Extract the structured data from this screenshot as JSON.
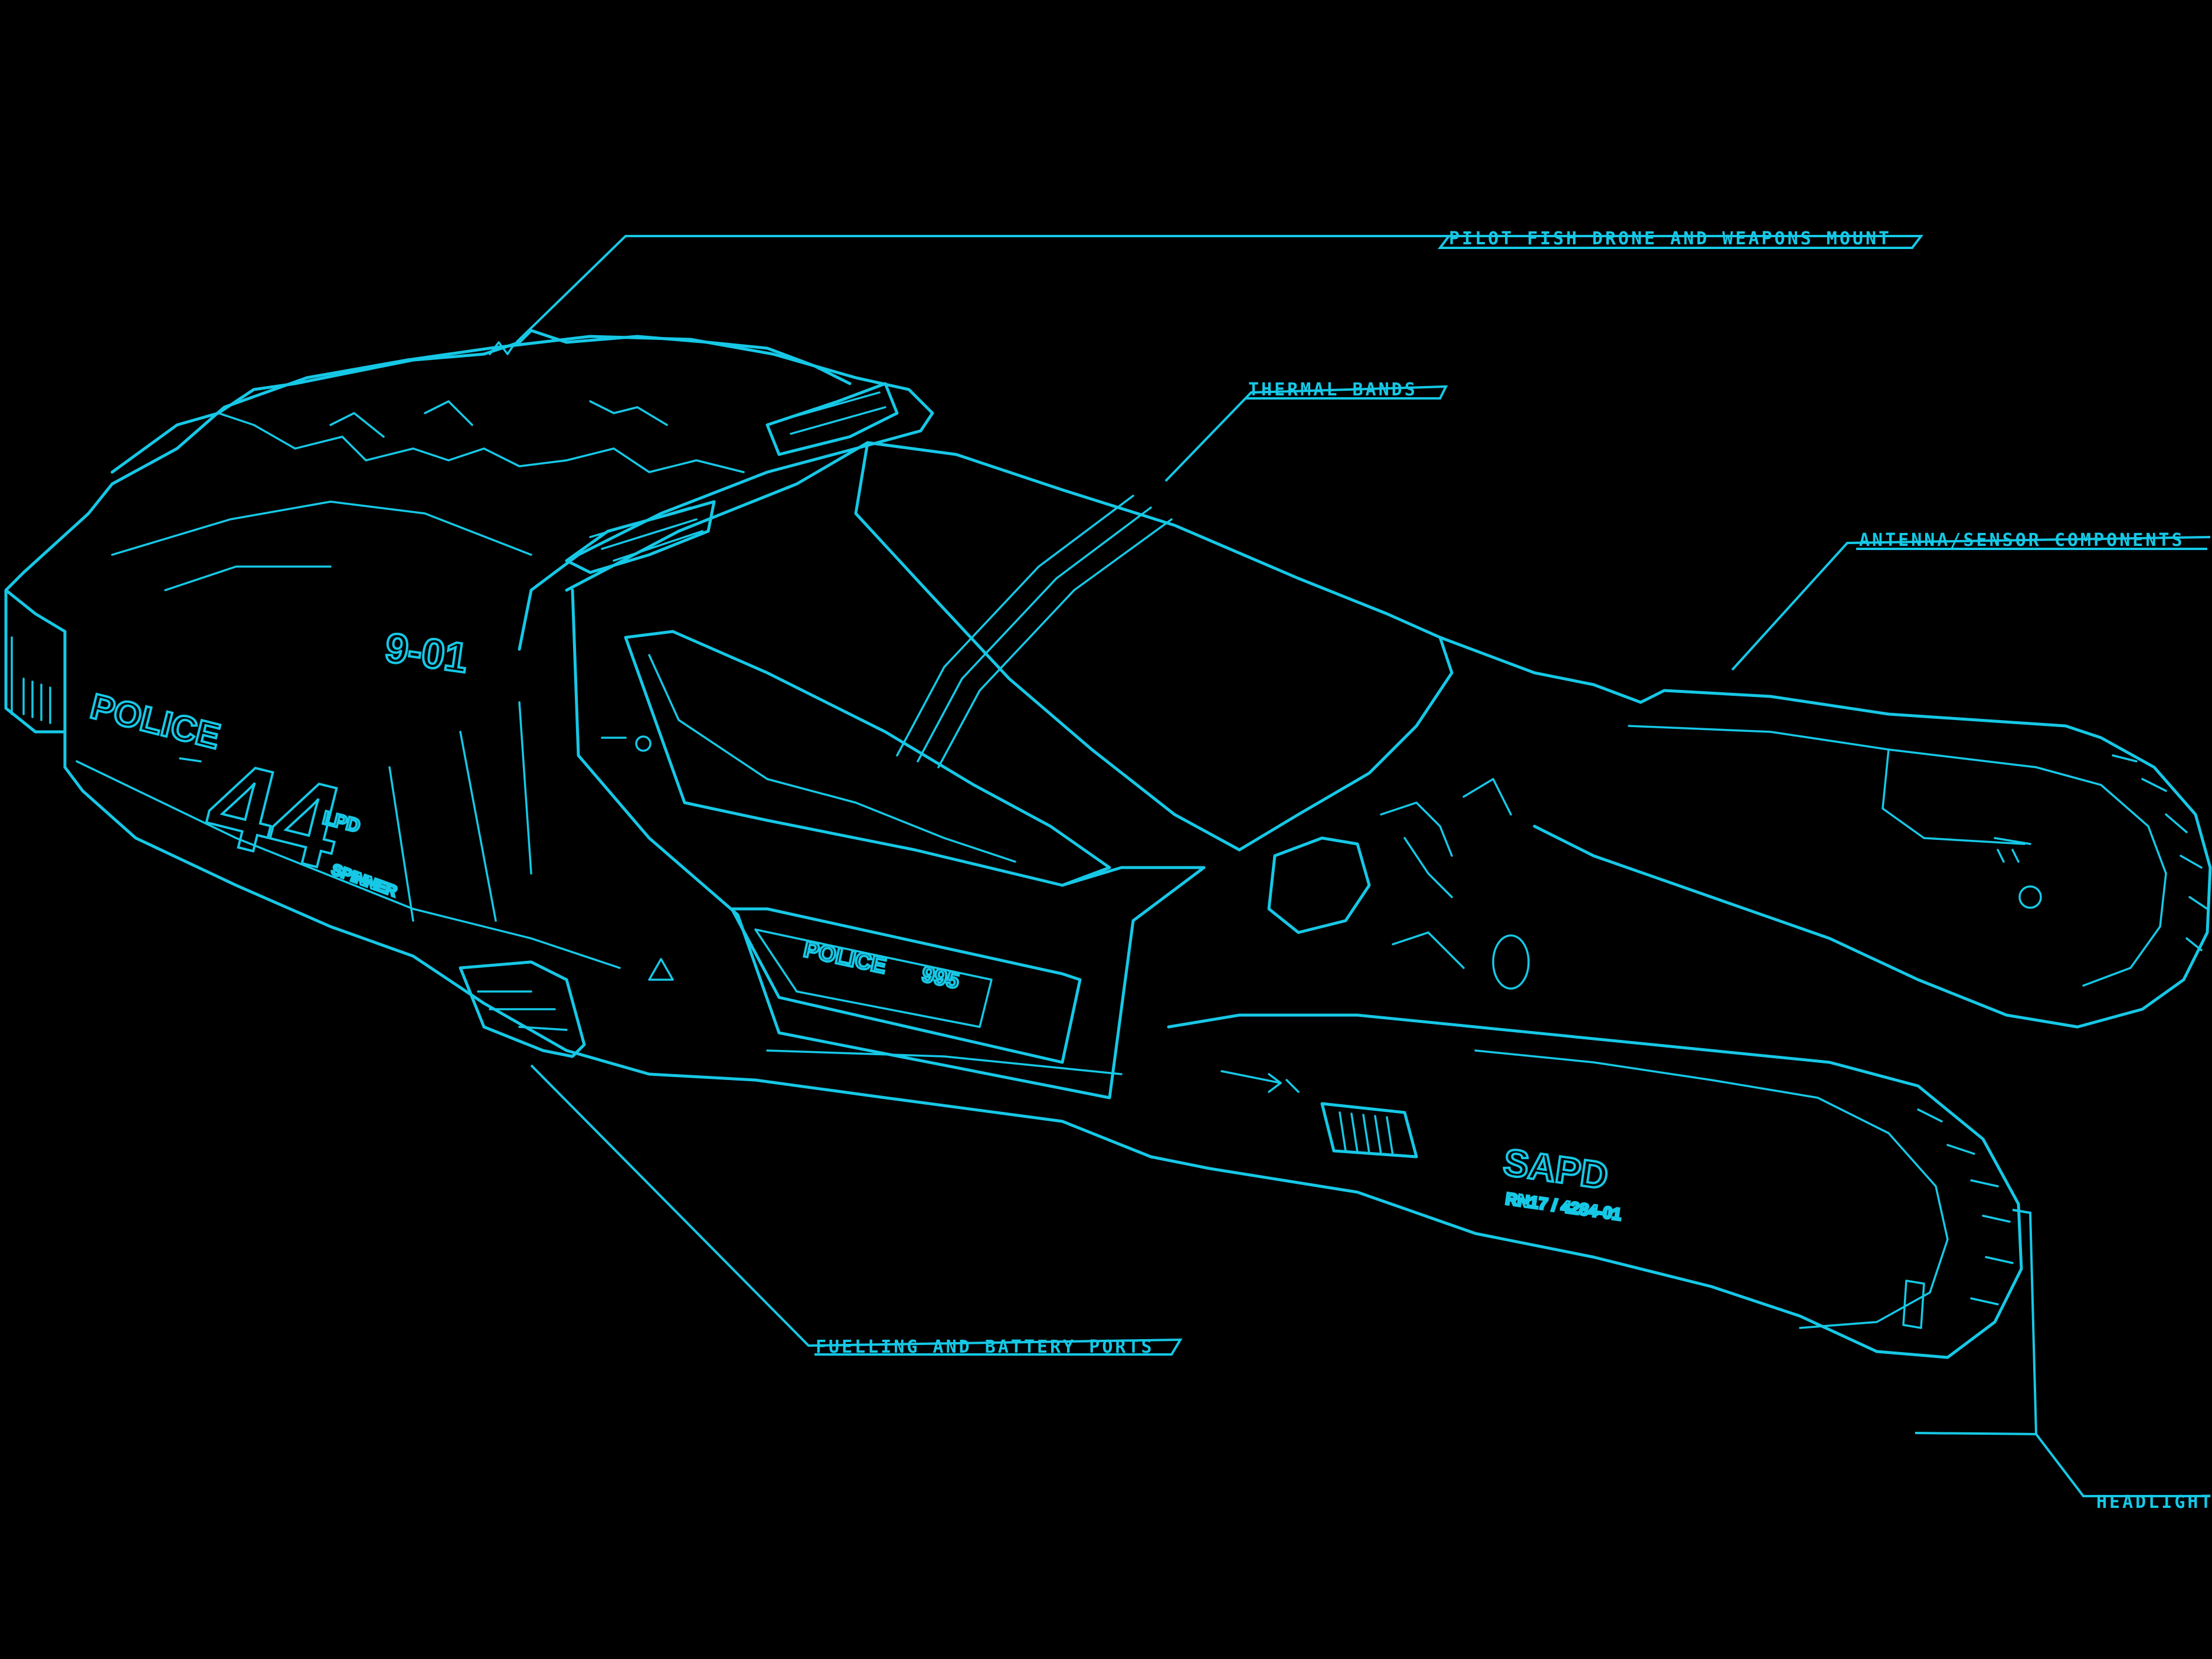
{
  "colors": {
    "background": "#000000",
    "line": "#16c8e6"
  },
  "callouts": {
    "pilot_fish": "PILOT FISH DRONE AND WEAPONS MOUNT",
    "thermal_bands": "THERMAL BANDS",
    "antenna": "ANTENNA/SENSOR COMPONENTS",
    "fuelling": "FUELLING AND BATTERY PORTS",
    "headlights": "HEADLIGHTS"
  },
  "vehicle_markings": {
    "police_side": "POLICE",
    "unit_number": "44",
    "roof_code": "9-01",
    "lapd_badge": "LPD",
    "spinner_logo": "SPINNER",
    "door_panel": "POLICE",
    "door_number": "995",
    "sapd": "SAPD",
    "registration": "RN17 / 4284-01"
  }
}
